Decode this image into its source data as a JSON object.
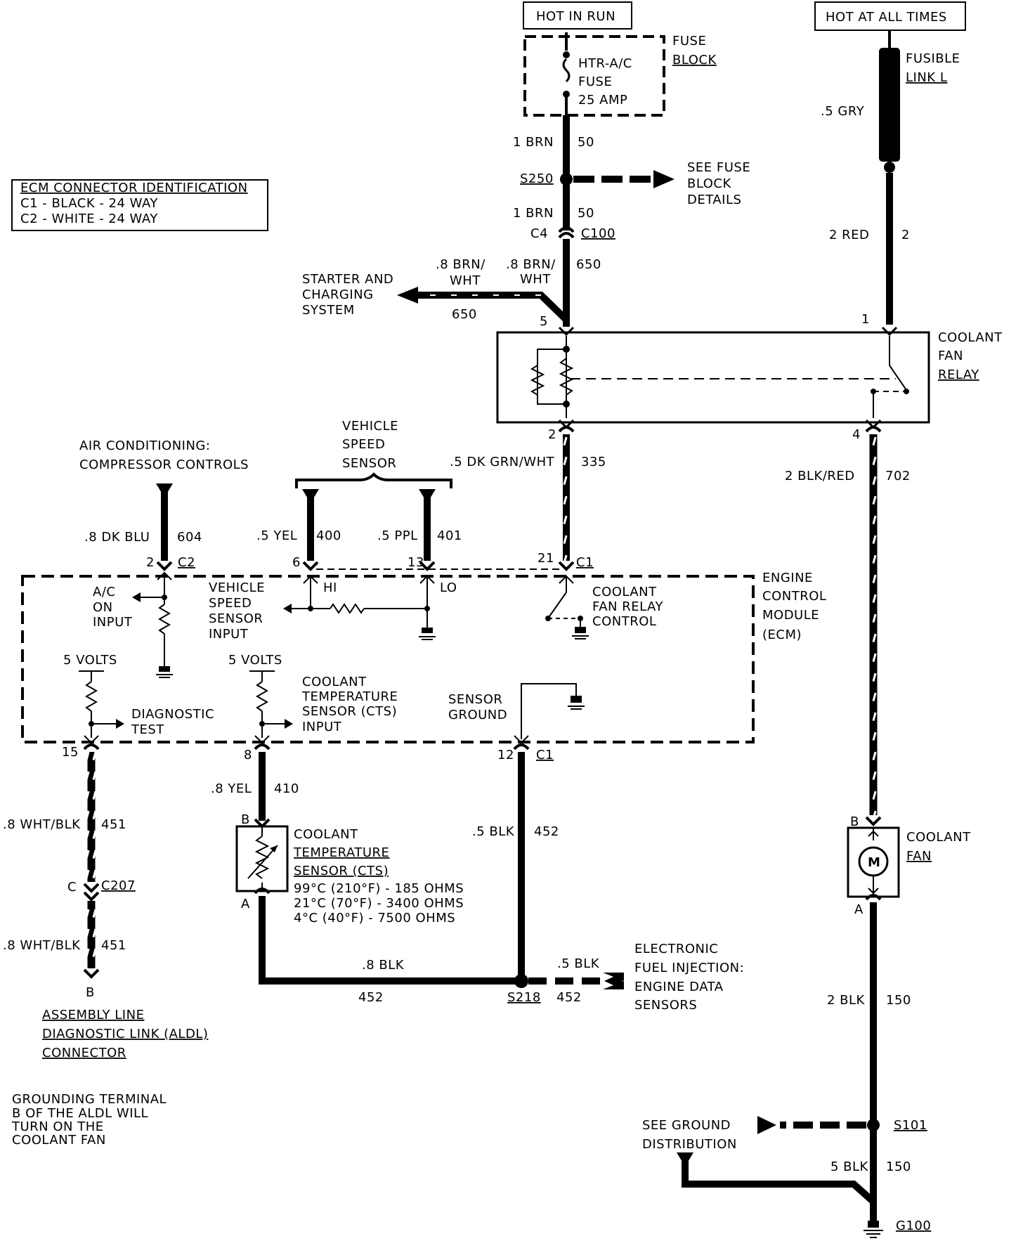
{
  "supply": {
    "hot_in_run": "HOT IN RUN",
    "hot_at_all_times": "HOT AT ALL TIMES",
    "fuse_block": [
      "FUSE",
      "BLOCK"
    ],
    "fuse": [
      "HTR-A/C",
      "FUSE",
      "25 AMP"
    ],
    "fusible_link": [
      "FUSIBLE",
      "LINK L"
    ],
    "fusible_wire": ".5 GRY"
  },
  "ecm_id": {
    "title": "ECM CONNECTOR IDENTIFICATION",
    "c1": "C1 - BLACK - 24 WAY",
    "c2": "C2 - WHITE - 24 WAY"
  },
  "wires": {
    "w1_gauge": "1 BRN",
    "w1_circuit": "50",
    "splice_s250": "S250",
    "see_fuse": [
      "SEE FUSE",
      "BLOCK",
      "DETAILS"
    ],
    "w2_gauge": "1 BRN",
    "w2_circuit": "50",
    "c4": "C4",
    "c100": "C100",
    "red_gauge": "2 RED",
    "red_circuit": "2",
    "brn_wht_left": [
      ".8 BRN/",
      "WHT"
    ],
    "brn_wht_right": [
      ".8 BRN/",
      "WHT"
    ],
    "brn_wht_circuit": "650",
    "starter": [
      "STARTER AND",
      "CHARGING",
      "SYSTEM"
    ],
    "starter_circuit": "650",
    "relay_pin5": "5",
    "relay_pin1": "1",
    "relay_pin2": "2",
    "relay_pin4": "4",
    "grn_wht_gauge": ".5 DK GRN/WHT",
    "grn_wht_circuit": "335",
    "blk_red_gauge": "2  BLK/RED",
    "blk_red_circuit": "702",
    "dk_blu_gauge": ".8 DK BLU",
    "dk_blu_circuit": "604",
    "yel_gauge": ".5 YEL",
    "yel_circuit": "400",
    "ppl_gauge": ".5 PPL",
    "ppl_circuit": "401",
    "pin2": "2",
    "c2": "C2",
    "pin6": "6",
    "pin13": "13",
    "pin21": "21",
    "c1_top": "C1",
    "pin15": "15",
    "pin8": "8",
    "pin12": "12",
    "c1_bottom": "C1",
    "yel8_gauge": ".8 YEL",
    "yel8_circuit": "410",
    "wht_blk1_gauge": ".8 WHT/BLK",
    "wht_blk1_circuit": "451",
    "wht_blk2_gauge": ".8 WHT/BLK",
    "wht_blk2_circuit": "451",
    "c207_c": "C",
    "c207": "C207",
    "aldl_b": "B",
    "blk5_gauge": ".5 BLK",
    "blk5_circuit": "452",
    "blk8_gauge": ".8 BLK",
    "blk8_circuit": "452",
    "s218": "S218",
    "s218_circuit": "452",
    "efi_blk": ".5 BLK",
    "cts_b": "B",
    "cts_a": "A",
    "fan_b": "B",
    "fan_a": "A",
    "blk2_gauge": "2 BLK",
    "blk2_circuit": "150",
    "s101": "S101",
    "blk5b_gauge": "5 BLK",
    "blk5b_circuit": "150",
    "g100": "G100"
  },
  "relay": [
    "COOLANT",
    "FAN",
    "RELAY"
  ],
  "ac": [
    "AIR CONDITIONING:",
    "COMPRESSOR CONTROLS"
  ],
  "vss": [
    "VEHICLE",
    "SPEED",
    "SENSOR"
  ],
  "ecm": {
    "title": [
      "ENGINE",
      "CONTROL",
      "MODULE",
      "(ECM)"
    ],
    "ac_input": [
      "A/C",
      "ON",
      "INPUT"
    ],
    "vss_input": [
      "VEHICLE",
      "SPEED",
      "SENSOR",
      "INPUT"
    ],
    "hi": "HI",
    "lo": "LO",
    "relay_control": [
      "COOLANT",
      "FAN RELAY",
      "CONTROL"
    ],
    "five_volts_1": "5 VOLTS",
    "five_volts_2": "5 VOLTS",
    "diagnostic": [
      "DIAGNOSTIC",
      "TEST"
    ],
    "cts_input": [
      "COOLANT",
      "TEMPERATURE",
      "SENSOR (CTS)",
      "INPUT"
    ],
    "sensor_ground": [
      "SENSOR",
      "GROUND"
    ]
  },
  "cts": {
    "label": [
      "COOLANT",
      "TEMPERATURE",
      "SENSOR (CTS)"
    ],
    "spec": [
      "99°C (210°F) - 185 OHMS",
      "21°C (70°F) - 3400 OHMS",
      "4°C (40°F) - 7500 OHMS"
    ]
  },
  "fan": {
    "label": [
      "COOLANT",
      "FAN"
    ],
    "motor": "M"
  },
  "efi": [
    "ELECTRONIC",
    "FUEL INJECTION:",
    "ENGINE DATA",
    "SENSORS"
  ],
  "aldl": [
    "ASSEMBLY LINE",
    "DIAGNOSTIC LINK (ALDL)",
    "CONNECTOR"
  ],
  "note": [
    "GROUNDING TERMINAL",
    "B OF THE ALDL WILL",
    "TURN ON THE",
    "COOLANT FAN"
  ],
  "see_ground": [
    "SEE GROUND",
    "DISTRIBUTION"
  ]
}
